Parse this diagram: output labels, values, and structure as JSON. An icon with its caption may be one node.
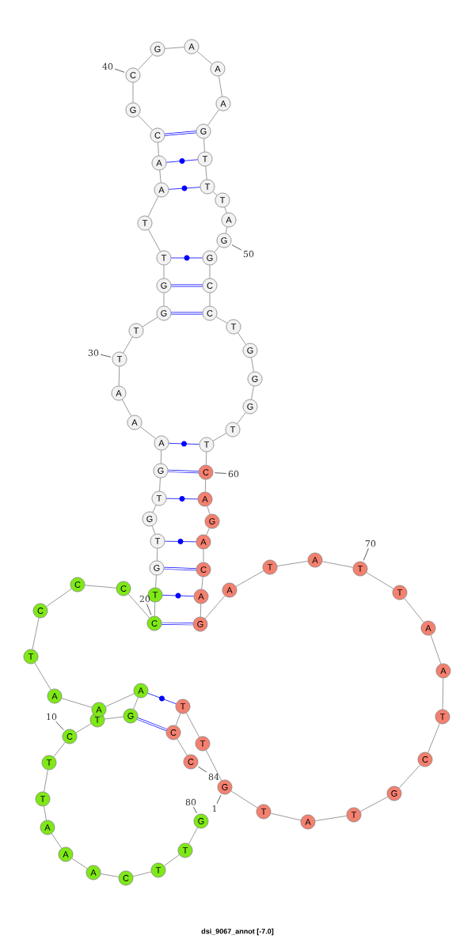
{
  "diagram": {
    "caption": "dsi_9067_annot [-7.0]",
    "nodes": [
      {
        "text": [
          "G"
        ]
      },
      {
        "text": [
          "T"
        ]
      },
      {
        "text": [
          "T"
        ]
      },
      {
        "text": [
          "C"
        ]
      },
      {
        "text": [
          "A"
        ]
      },
      {
        "text": [
          "A"
        ]
      },
      {
        "text": [
          "A"
        ]
      },
      {
        "text": [
          "T"
        ]
      },
      {
        "text": [
          "T"
        ]
      },
      {
        "text": [
          "C"
        ]
      },
      {
        "text": [
          "T"
        ]
      },
      {
        "text": [
          "G"
        ]
      },
      {
        "text": [
          "A"
        ]
      },
      {
        "text": [
          "A"
        ]
      },
      {
        "text": [
          "A"
        ]
      },
      {
        "text": [
          "T"
        ]
      },
      {
        "text": [
          "C"
        ]
      },
      {
        "text": [
          "C"
        ]
      },
      {
        "text": [
          "C"
        ]
      },
      {
        "text": [
          "C"
        ]
      },
      {
        "text": [
          "T"
        ]
      },
      {
        "text": [
          "G"
        ]
      },
      {
        "text": [
          "T"
        ]
      },
      {
        "text": [
          "G"
        ]
      },
      {
        "text": [
          "T"
        ]
      },
      {
        "text": [
          "G"
        ]
      },
      {
        "text": [
          "A"
        ]
      },
      {
        "text": [
          "A"
        ]
      },
      {
        "text": [
          "A"
        ]
      },
      {
        "text": [
          "T"
        ]
      },
      {
        "text": [
          "T"
        ]
      },
      {
        "text": [
          "G"
        ]
      },
      {
        "text": [
          "G"
        ]
      },
      {
        "text": [
          "T"
        ]
      },
      {
        "text": [
          "T"
        ]
      },
      {
        "text": [
          "A"
        ]
      },
      {
        "text": [
          "A"
        ]
      },
      {
        "text": [
          "C"
        ]
      },
      {
        "text": [
          "G"
        ]
      },
      {
        "text": [
          "C"
        ]
      },
      {
        "text": [
          "G"
        ]
      },
      {
        "text": [
          "A"
        ]
      },
      {
        "text": [
          "A"
        ]
      },
      {
        "text": [
          "A"
        ]
      },
      {
        "text": [
          "G"
        ]
      },
      {
        "text": [
          "T"
        ]
      },
      {
        "text": [
          "T"
        ]
      },
      {
        "text": [
          "T"
        ]
      },
      {
        "text": [
          "A"
        ]
      },
      {
        "text": [
          "G"
        ]
      },
      {
        "text": [
          "G"
        ]
      },
      {
        "text": [
          "C"
        ]
      },
      {
        "text": [
          "C"
        ]
      },
      {
        "text": [
          "T"
        ]
      },
      {
        "text": [
          "G"
        ]
      },
      {
        "text": [
          "G"
        ]
      },
      {
        "text": [
          "G"
        ]
      },
      {
        "text": [
          "T"
        ]
      },
      {
        "text": [
          "T"
        ]
      },
      {
        "text": [
          "C"
        ]
      },
      {
        "text": [
          "A"
        ]
      },
      {
        "text": [
          "G"
        ]
      },
      {
        "text": [
          "A"
        ]
      },
      {
        "text": [
          "C"
        ]
      },
      {
        "text": [
          "A"
        ]
      },
      {
        "text": [
          "G"
        ]
      },
      {
        "text": [
          "A"
        ]
      },
      {
        "text": [
          "T"
        ]
      },
      {
        "text": [
          "A"
        ]
      },
      {
        "text": [
          "T"
        ]
      },
      {
        "text": [
          "T"
        ]
      },
      {
        "text": [
          "A"
        ]
      },
      {
        "text": [
          "A"
        ]
      },
      {
        "text": [
          "T"
        ]
      },
      {
        "text": [
          "C"
        ]
      },
      {
        "text": [
          "G"
        ]
      },
      {
        "text": [
          "T"
        ]
      },
      {
        "text": [
          "A"
        ]
      },
      {
        "text": [
          "T"
        ]
      },
      {
        "text": [
          "G"
        ]
      },
      {
        "text": [
          "T"
        ]
      },
      {
        "text": [
          "T"
        ]
      },
      {
        "text": [
          "C"
        ]
      },
      {
        "text": [
          "C"
        ]
      },
      {
        "text": [
          "40"
        ]
      },
      {
        "text": [
          "50"
        ]
      },
      {
        "text": [
          "30"
        ]
      },
      {
        "text": [
          "60"
        ]
      },
      {
        "text": [
          "70"
        ]
      },
      {
        "text": [
          "20"
        ]
      },
      {
        "text": [
          "10"
        ]
      },
      {
        "text": [
          "84"
        ]
      },
      {
        "text": [
          "1"
        ]
      },
      {
        "text": [
          "80"
        ]
      }
    ],
    "edges": [
      {
        "from": 0,
        "to": 1,
        "arrow": "none"
      },
      {
        "from": 1,
        "to": 2,
        "arrow": "none"
      },
      {
        "from": 2,
        "to": 3,
        "arrow": "none"
      },
      {
        "from": 3,
        "to": 4,
        "arrow": "none"
      },
      {
        "from": 4,
        "to": 5,
        "arrow": "none"
      },
      {
        "from": 5,
        "to": 6,
        "arrow": "none"
      },
      {
        "from": 6,
        "to": 7,
        "arrow": "none"
      },
      {
        "from": 7,
        "to": 8,
        "arrow": "none"
      },
      {
        "from": 8,
        "to": 9,
        "arrow": "none"
      },
      {
        "from": 9,
        "to": 10,
        "arrow": "none"
      },
      {
        "from": 10,
        "to": 11,
        "arrow": "none"
      },
      {
        "from": 11,
        "to": 12,
        "arrow": "none"
      },
      {
        "from": 12,
        "to": 13,
        "arrow": "none"
      },
      {
        "from": 13,
        "to": 14,
        "arrow": "none"
      },
      {
        "from": 14,
        "to": 15,
        "arrow": "none"
      },
      {
        "from": 15,
        "to": 16,
        "arrow": "none"
      },
      {
        "from": 16,
        "to": 17,
        "arrow": "none"
      },
      {
        "from": 17,
        "to": 18,
        "arrow": "none"
      },
      {
        "from": 18,
        "to": 19,
        "arrow": "none"
      },
      {
        "from": 19,
        "to": 20,
        "arrow": "none"
      },
      {
        "from": 20,
        "to": 21,
        "arrow": "none"
      },
      {
        "from": 21,
        "to": 22,
        "arrow": "none"
      },
      {
        "from": 22,
        "to": 23,
        "arrow": "none"
      },
      {
        "from": 23,
        "to": 24,
        "arrow": "none"
      },
      {
        "from": 24,
        "to": 25,
        "arrow": "none"
      },
      {
        "from": 25,
        "to": 26,
        "arrow": "none"
      },
      {
        "from": 26,
        "to": 27,
        "arrow": "none"
      },
      {
        "from": 27,
        "to": 28,
        "arrow": "none"
      },
      {
        "from": 28,
        "to": 29,
        "arrow": "none"
      },
      {
        "from": 29,
        "to": 30,
        "arrow": "none"
      },
      {
        "from": 30,
        "to": 31,
        "arrow": "none"
      },
      {
        "from": 31,
        "to": 32,
        "arrow": "none"
      },
      {
        "from": 32,
        "to": 33,
        "arrow": "none"
      },
      {
        "from": 33,
        "to": 34,
        "arrow": "none"
      },
      {
        "from": 34,
        "to": 35,
        "arrow": "none"
      },
      {
        "from": 35,
        "to": 36,
        "arrow": "none"
      },
      {
        "from": 36,
        "to": 37,
        "arrow": "none"
      },
      {
        "from": 37,
        "to": 38,
        "arrow": "none"
      },
      {
        "from": 38,
        "to": 39,
        "arrow": "none"
      },
      {
        "from": 39,
        "to": 40,
        "arrow": "none"
      },
      {
        "from": 40,
        "to": 41,
        "arrow": "none"
      },
      {
        "from": 41,
        "to": 42,
        "arrow": "none"
      },
      {
        "from": 42,
        "to": 43,
        "arrow": "none"
      },
      {
        "from": 43,
        "to": 44,
        "arrow": "none"
      },
      {
        "from": 44,
        "to": 45,
        "arrow": "none"
      },
      {
        "from": 45,
        "to": 46,
        "arrow": "none"
      },
      {
        "from": 46,
        "to": 47,
        "arrow": "none"
      },
      {
        "from": 47,
        "to": 48,
        "arrow": "none"
      },
      {
        "from": 48,
        "to": 49,
        "arrow": "none"
      },
      {
        "from": 49,
        "to": 50,
        "arrow": "none"
      },
      {
        "from": 50,
        "to": 51,
        "arrow": "none"
      },
      {
        "from": 51,
        "to": 52,
        "arrow": "none"
      },
      {
        "from": 52,
        "to": 53,
        "arrow": "none"
      },
      {
        "from": 53,
        "to": 54,
        "arrow": "none"
      },
      {
        "from": 54,
        "to": 55,
        "arrow": "none"
      },
      {
        "from": 55,
        "to": 56,
        "arrow": "none"
      },
      {
        "from": 56,
        "to": 57,
        "arrow": "none"
      },
      {
        "from": 57,
        "to": 58,
        "arrow": "none"
      },
      {
        "from": 58,
        "to": 59,
        "arrow": "none"
      },
      {
        "from": 59,
        "to": 60,
        "arrow": "none"
      },
      {
        "from": 60,
        "to": 61,
        "arrow": "none"
      },
      {
        "from": 61,
        "to": 62,
        "arrow": "none"
      },
      {
        "from": 62,
        "to": 63,
        "arrow": "none"
      },
      {
        "from": 63,
        "to": 64,
        "arrow": "none"
      },
      {
        "from": 64,
        "to": 65,
        "arrow": "none"
      },
      {
        "from": 65,
        "to": 66,
        "arrow": "none"
      },
      {
        "from": 66,
        "to": 67,
        "arrow": "none"
      },
      {
        "from": 67,
        "to": 68,
        "arrow": "none"
      },
      {
        "from": 68,
        "to": 69,
        "arrow": "none"
      },
      {
        "from": 69,
        "to": 70,
        "arrow": "none"
      },
      {
        "from": 70,
        "to": 71,
        "arrow": "none"
      },
      {
        "from": 71,
        "to": 72,
        "arrow": "none"
      },
      {
        "from": 72,
        "to": 73,
        "arrow": "none"
      },
      {
        "from": 73,
        "to": 74,
        "arrow": "none"
      },
      {
        "from": 74,
        "to": 75,
        "arrow": "none"
      },
      {
        "from": 75,
        "to": 76,
        "arrow": "none"
      },
      {
        "from": 76,
        "to": 77,
        "arrow": "none"
      },
      {
        "from": 77,
        "to": 78,
        "arrow": "none"
      },
      {
        "from": 78,
        "to": 79,
        "arrow": "none"
      },
      {
        "from": 79,
        "to": 80,
        "arrow": "none"
      },
      {
        "from": 80,
        "to": 81,
        "arrow": "none"
      },
      {
        "from": 81,
        "to": 82,
        "arrow": "none"
      },
      {
        "from": 82,
        "to": 83,
        "arrow": "none"
      },
      {
        "from": 19,
        "to": 65,
        "arrow": "none",
        "color": "#0000ff",
        "style": "thick"
      },
      {
        "from": 20,
        "to": 64,
        "arrow": "none",
        "color": "#0000ff"
      },
      {
        "from": 21,
        "to": 63,
        "arrow": "none",
        "color": "#0000ff",
        "style": "thick"
      },
      {
        "from": 22,
        "to": 62,
        "arrow": "none",
        "color": "#0000ff"
      },
      {
        "from": 24,
        "to": 60,
        "arrow": "none",
        "color": "#0000ff"
      },
      {
        "from": 25,
        "to": 59,
        "arrow": "none",
        "color": "#0000ff",
        "style": "thick"
      },
      {
        "from": 26,
        "to": 58,
        "arrow": "none",
        "color": "#0000ff"
      },
      {
        "from": 31,
        "to": 52,
        "arrow": "none",
        "color": "#0000ff",
        "style": "thick"
      },
      {
        "from": 32,
        "to": 51,
        "arrow": "none",
        "color": "#0000ff",
        "style": "thick"
      },
      {
        "from": 33,
        "to": 50,
        "arrow": "none",
        "color": "#0000ff"
      },
      {
        "from": 35,
        "to": 46,
        "arrow": "none",
        "color": "#0000ff"
      },
      {
        "from": 36,
        "to": 45,
        "arrow": "none",
        "color": "#0000ff"
      },
      {
        "from": 37,
        "to": 44,
        "arrow": "none",
        "color": "#0000ff",
        "style": "thick"
      },
      {
        "from": 12,
        "to": 81,
        "arrow": "none",
        "color": "#0000ff"
      },
      {
        "from": 11,
        "to": 82,
        "arrow": "none",
        "color": "#0000ff",
        "style": "thick"
      },
      {
        "from": 84,
        "to": 39,
        "arrow": "none",
        "color": "#333333"
      },
      {
        "from": 85,
        "to": 49,
        "arrow": "none",
        "color": "#333333"
      },
      {
        "from": 86,
        "to": 29,
        "arrow": "none",
        "color": "#333333"
      },
      {
        "from": 87,
        "to": 59,
        "arrow": "none",
        "color": "#333333"
      },
      {
        "from": 88,
        "to": 69,
        "arrow": "none",
        "color": "#333333"
      },
      {
        "from": 89,
        "to": 19,
        "arrow": "none",
        "color": "#333333"
      },
      {
        "from": 90,
        "to": 9,
        "arrow": "none",
        "color": "#333333"
      },
      {
        "from": 91,
        "to": 83,
        "arrow": "none",
        "color": "#333333"
      },
      {
        "from": 92,
        "to": 79,
        "arrow": "none",
        "color": "#333333"
      },
      {
        "from": 93,
        "to": 0,
        "arrow": "none",
        "color": "#333333"
      }
    ]
  }
}
